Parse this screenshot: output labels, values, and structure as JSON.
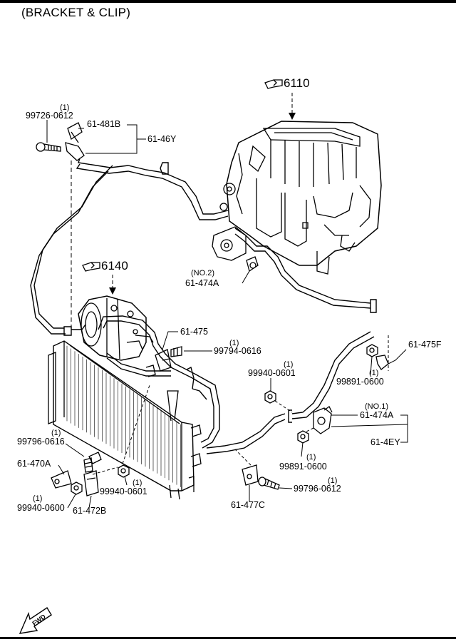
{
  "title": "(BRACKET & CLIP)",
  "refs": {
    "ref_6110": "6110",
    "ref_6140": "6140"
  },
  "labels": {
    "q_99726_top": "(1)",
    "p_99726_top": "99726-0612",
    "p_61481B": "61-481B",
    "p_6146Y": "61-46Y",
    "q_61474A_no2": "(NO.2)",
    "p_61474A_no2": "61-474A",
    "p_61475": "61-475",
    "q_99794": "(1)",
    "p_99794": "99794-0616",
    "p_61475F": "61-475F",
    "q_99940_0601_mid": "(1)",
    "p_99940_0601_mid": "99940-0601",
    "p_99891_top": "99891-0600",
    "q_99891_top": "(1)",
    "q_61474A_no1": "(NO.1)",
    "p_61474A_no1": "61-474A",
    "p_614EY": "61-4EY",
    "q_99796_left": "(1)",
    "p_99796_left": "99796-0616",
    "p_61470A": "61-470A",
    "q_99940_0601_low": "(1)",
    "p_99940_0601_low": "99940-0601",
    "q_99940_0600": "(1)",
    "p_99940_0600": "99940-0600",
    "p_61472B": "61-472B",
    "q_99891_low": "(1)",
    "p_99891_low": "99891-0600",
    "q_99796_right": "(1)",
    "p_99796_right": "99796-0612",
    "p_61477C": "61-477C",
    "fwd": "FWD"
  },
  "icons": [
    "reference-hand-icon",
    "forward-arrow-icon"
  ]
}
